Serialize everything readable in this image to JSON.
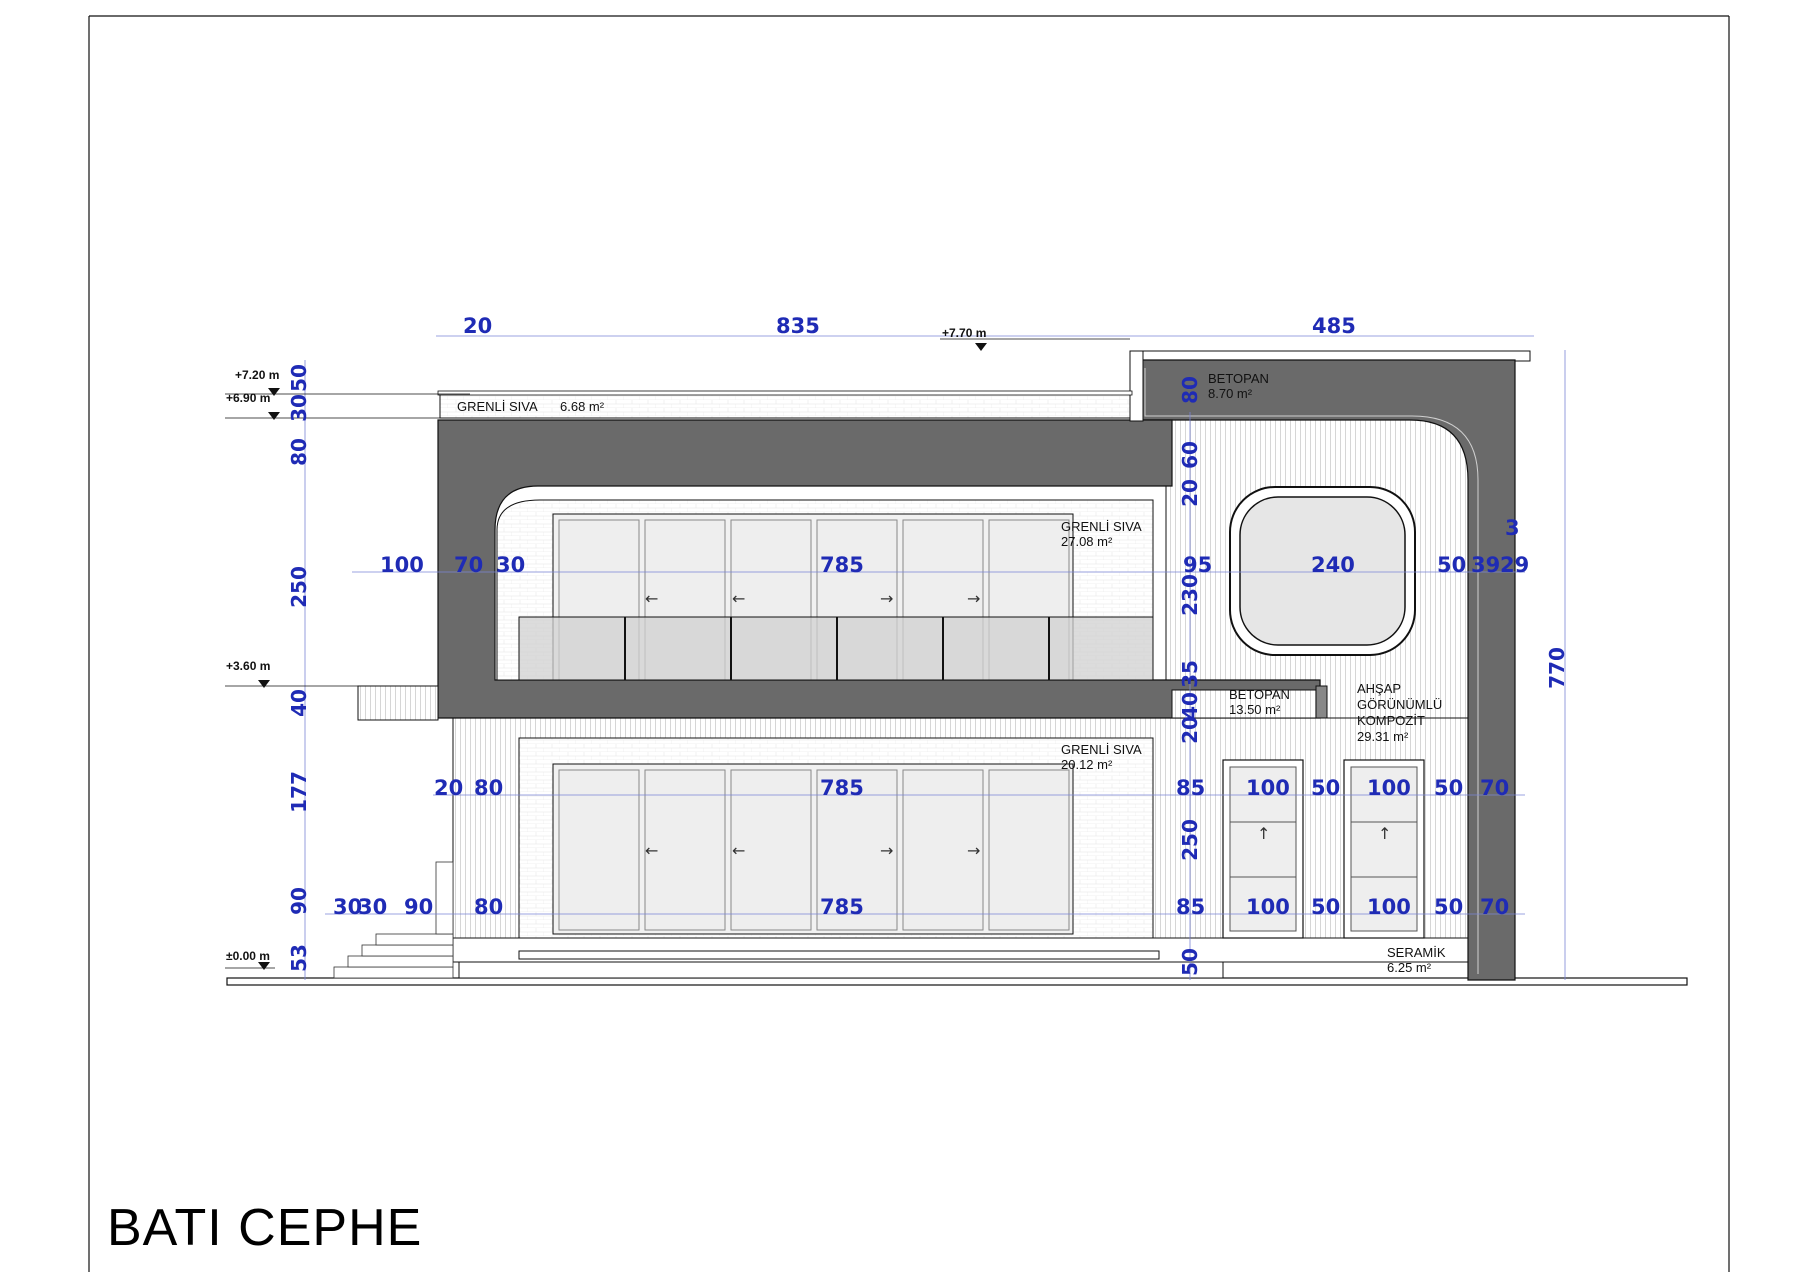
{
  "title": "BATI CEPHE",
  "colors": {
    "dimension": "#1f2bb5",
    "dark_panel": "#6a6a6a",
    "line": "#111111"
  },
  "levels": [
    "+7.20 m",
    "+6.90 m",
    "+3.60 m",
    "±0.00 m",
    "+7.70 m"
  ],
  "materials": {
    "grenli_top_name": "GRENLİ SIVA",
    "grenli_top_area": "6.68 m²",
    "betopan_top_name": "BETOPAN",
    "betopan_top_area": "8.70 m²",
    "grenli_upper_name": "GRENLİ SIVA",
    "grenli_upper_area": "27.08 m²",
    "betopan_mid_name": "BETOPAN",
    "betopan_mid_area": "13.50 m²",
    "ahsap_line1": "AHŞAP",
    "ahsap_line2": "GÖRÜNÜMLÜ",
    "ahsap_line3": "KOMPOZİT",
    "ahsap_area": "29.31 m²",
    "grenli_lower_name": "GRENLİ SIVA",
    "grenli_lower_area": "20.12 m²",
    "seramik_name": "SERAMİK",
    "seramik_area": "6.25 m²"
  },
  "dims": {
    "top_20": "20",
    "top_835": "835",
    "top_485": "485",
    "v_50": "50",
    "v_30": "30",
    "v_80": "80",
    "v_250": "250",
    "v_40": "40",
    "v_177": "177",
    "v_90": "90",
    "v_53": "53",
    "up_100": "100",
    "up_70": "70",
    "up_30": "30",
    "up_785": "785",
    "up_95": "95",
    "up_240": "240",
    "up_50": "50",
    "up_39": "39",
    "up_29": "29",
    "up_3": "3",
    "c_80": "80",
    "c_60": "60",
    "c_20": "20",
    "c_230": "230",
    "c_35": "35",
    "c_40": "40",
    "c_20b": "20",
    "c_250": "250",
    "c_50": "50",
    "lo_20": "20",
    "lo_80": "80",
    "lo_785": "785",
    "lo_85": "85",
    "lo_100a": "100",
    "lo_50a": "50",
    "lo_100b": "100",
    "lo_50b": "50",
    "lo_70": "70",
    "b_30a": "30",
    "b_30b": "30",
    "b_90": "90",
    "b_80": "80",
    "b_785": "785",
    "b_85": "85",
    "b_100a": "100",
    "b_50a": "50",
    "b_100b": "100",
    "b_50b": "50",
    "b_70": "70",
    "r_770": "770"
  },
  "arrows": {
    "left": "←",
    "right": "→",
    "up": "↑"
  }
}
